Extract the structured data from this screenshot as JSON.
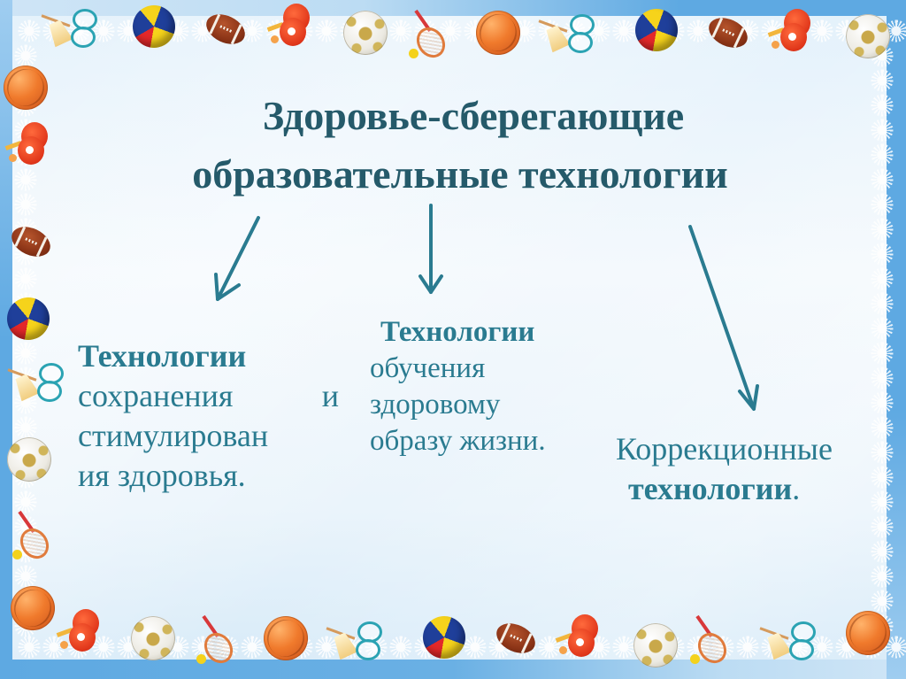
{
  "slide": {
    "title": {
      "line1": "Здоровье-сберегающие",
      "line2": "образовательные технологии"
    },
    "branches": [
      {
        "heading": "Технологии",
        "line1_left": "сохранения",
        "line1_right": "и",
        "line2": "стимулирован",
        "line3": "ия здоровья."
      },
      {
        "heading": "Технологии",
        "line1": "обучения",
        "line2": "здоровому",
        "line3": "образу жизни."
      },
      {
        "line1": "Коррекционные",
        "heading": "технологии",
        "heading_suffix": "."
      }
    ],
    "colors": {
      "title_text": "#255a6a",
      "body_text": "#2a7b90",
      "arrow": "#2a7b90",
      "frame_blue": "#5ea9e2"
    },
    "border_icons": {
      "top": [
        "badminton-icon",
        "volleyball-icon",
        "american-football-icon",
        "ping-pong-icon",
        "soccer-ball-icon",
        "tennis-racket-icon",
        "basketball-icon",
        "badminton-icon",
        "volleyball-icon",
        "american-football-icon",
        "ping-pong-icon",
        "soccer-ball-icon"
      ],
      "left": [
        "basketball-icon",
        "ping-pong-icon",
        "american-football-icon",
        "volleyball-icon",
        "badminton-icon",
        "soccer-ball-icon",
        "tennis-racket-icon"
      ],
      "bottom": [
        "basketball-icon",
        "ping-pong-icon",
        "soccer-ball-icon",
        "tennis-racket-icon",
        "basketball-icon",
        "badminton-icon",
        "volleyball-icon",
        "american-football-icon",
        "ping-pong-icon",
        "soccer-ball-icon",
        "tennis-racket-icon",
        "badminton-icon",
        "basketball-icon"
      ]
    }
  }
}
